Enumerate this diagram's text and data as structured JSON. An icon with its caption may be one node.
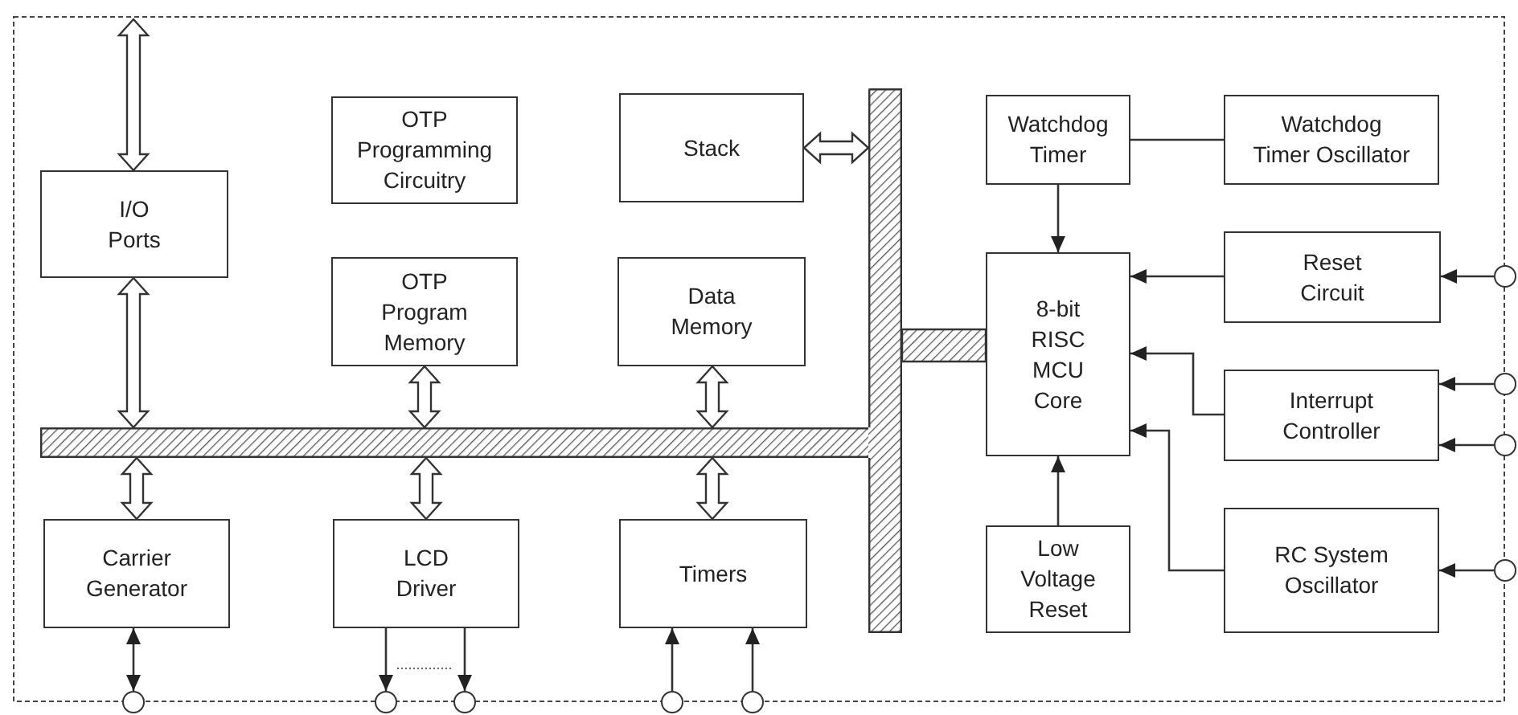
{
  "diagram": {
    "nodes": [
      {
        "text": [
          "I/O Ports"
        ]
      },
      {
        "text": [
          "OTP Programming Circuitry"
        ]
      },
      {
        "text": [
          "Stack"
        ]
      },
      {
        "text": [
          "Watchdog Timer"
        ]
      },
      {
        "text": [
          "Watchdog Timer Oscillator"
        ]
      },
      {
        "text": [
          "OTP Program Memory"
        ]
      },
      {
        "text": [
          "Data Memory"
        ]
      },
      {
        "text": [
          "8-bit RISC MCU Core"
        ]
      },
      {
        "text": [
          "Reset Circuit"
        ]
      },
      {
        "text": [
          "Interrupt Controller"
        ]
      },
      {
        "text": [],
        "shape": "bar"
      },
      {
        "text": [],
        "shape": "bar"
      },
      {
        "text": [
          "Carrier Generator"
        ]
      },
      {
        "text": [
          "LCD Driver"
        ]
      },
      {
        "text": [
          "Timers"
        ]
      },
      {
        "text": [
          "Low Voltage Reset"
        ]
      },
      {
        "text": [
          "RC System Oscillator"
        ]
      },
      {
        "text": [],
        "shape": "circle"
      },
      {
        "text": [],
        "shape": "circle"
      },
      {
        "text": [],
        "shape": "circle"
      },
      {
        "text": [],
        "shape": "circle"
      },
      {
        "text": [],
        "shape": "circle"
      },
      {
        "text": [],
        "shape": "circle"
      },
      {
        "text": [],
        "shape": "circle"
      },
      {
        "text": [],
        "shape": "circle"
      },
      {
        "text": [],
        "shape": "circle"
      }
    ],
    "edges": [
      {
        "from": null,
        "to": 0,
        "arrow": "both",
        "style": "thick"
      },
      {
        "from": 0,
        "to": 10,
        "arrow": "both",
        "style": "thick"
      },
      {
        "from": 5,
        "to": 10,
        "arrow": "both",
        "style": "thick"
      },
      {
        "from": 6,
        "to": 10,
        "arrow": "both",
        "style": "thick"
      },
      {
        "from": 10,
        "to": 12,
        "arrow": "both",
        "style": "thick"
      },
      {
        "from": 10,
        "to": 13,
        "arrow": "both",
        "style": "thick"
      },
      {
        "from": 10,
        "to": 14,
        "arrow": "both",
        "style": "thick"
      },
      {
        "from": 2,
        "to": 11,
        "arrow": "both",
        "style": "thick"
      },
      {
        "from": 11,
        "to": 7,
        "arrow": "none",
        "style": "thick"
      },
      {
        "from": 3,
        "to": 4,
        "arrow": "none"
      },
      {
        "from": 3,
        "to": 7,
        "arrow": "to"
      },
      {
        "from": 8,
        "to": 7,
        "arrow": "to"
      },
      {
        "from": 9,
        "to": 7,
        "arrow": "to"
      },
      {
        "from": 15,
        "to": 7,
        "arrow": "to"
      },
      {
        "from": 16,
        "to": 7,
        "arrow": "to"
      },
      {
        "from": 17,
        "to": 8,
        "arrow": "to"
      },
      {
        "from": 18,
        "to": 9,
        "arrow": "to"
      },
      {
        "from": 19,
        "to": 9,
        "arrow": "to"
      },
      {
        "from": 20,
        "to": 16,
        "arrow": "to"
      },
      {
        "from": 12,
        "to": 21,
        "arrow": "both"
      },
      {
        "from": 13,
        "to": 22,
        "arrow": "to"
      },
      {
        "from": 13,
        "to": 23,
        "arrow": "to"
      },
      {
        "from": 24,
        "to": 14,
        "arrow": "to"
      },
      {
        "from": 25,
        "to": 14,
        "arrow": "to"
      }
    ]
  }
}
